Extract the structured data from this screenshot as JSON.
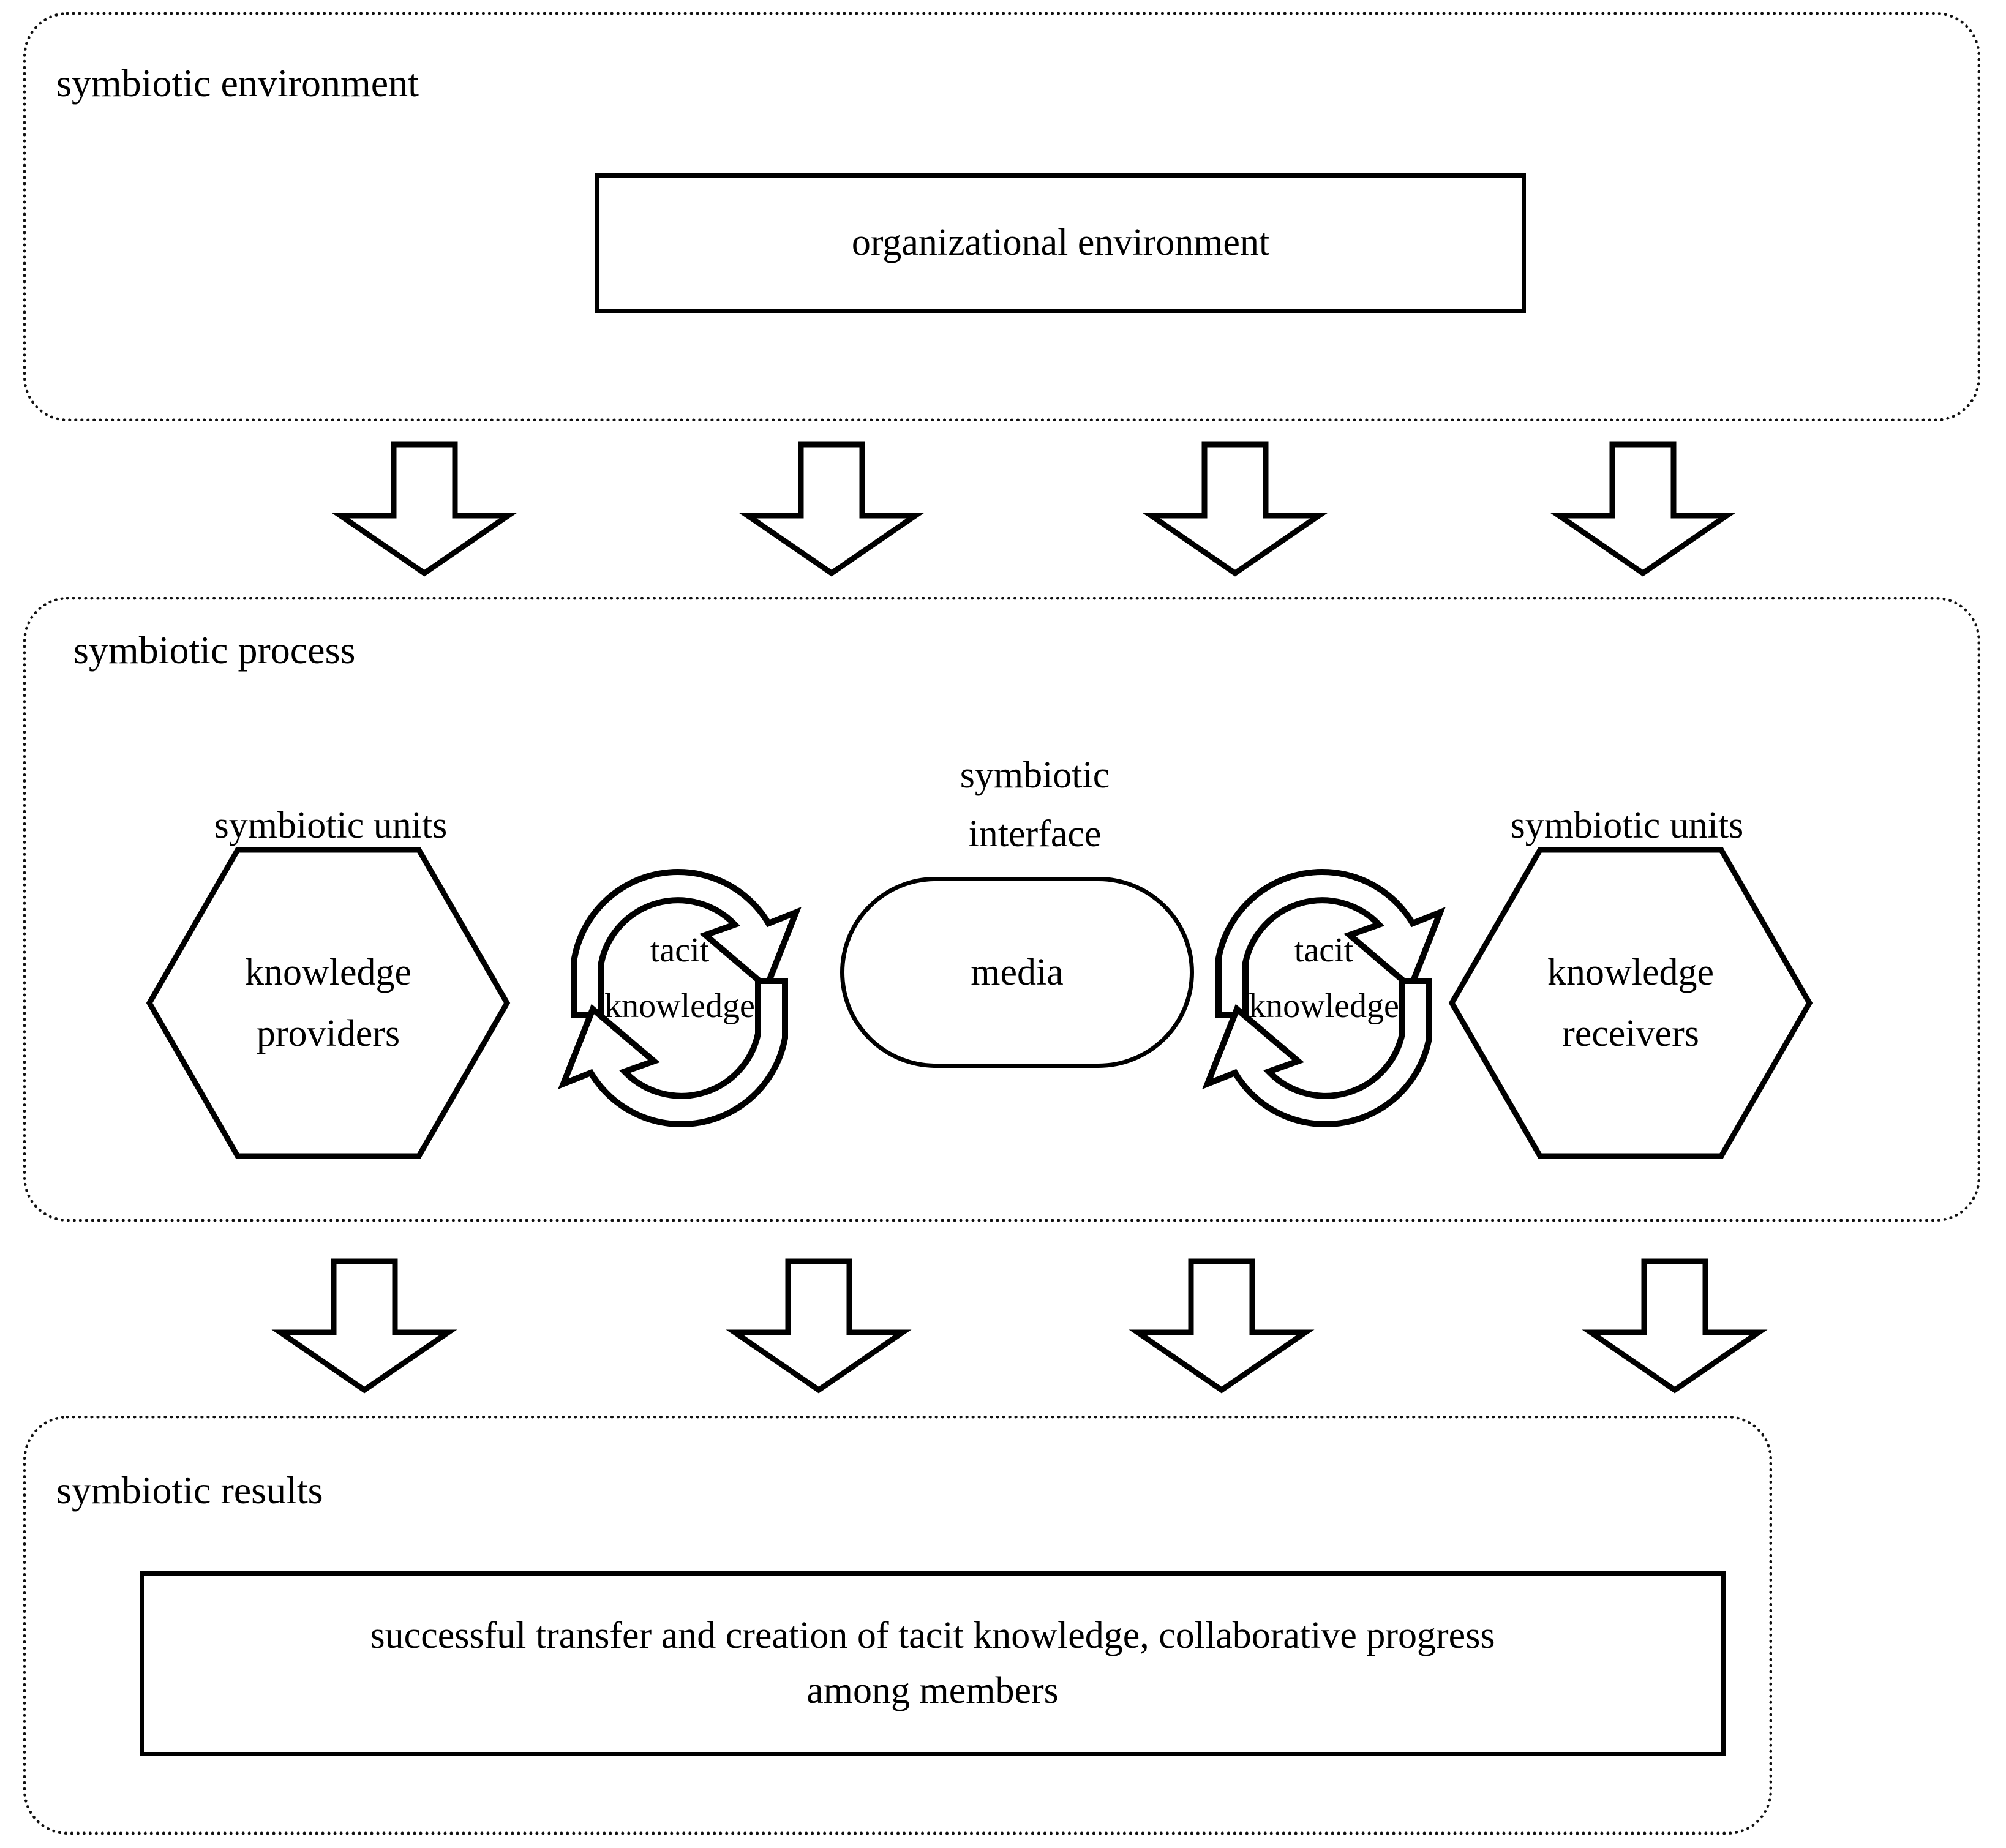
{
  "diagram": {
    "title_text_present": false,
    "zones": [
      {
        "id": "symbiotic-environment",
        "label": "symbiotic environment"
      },
      {
        "id": "symbiotic-process",
        "label": "symbiotic process"
      },
      {
        "id": "symbiotic-results",
        "label": "symbiotic results"
      }
    ],
    "organizational_environment": {
      "label": "organizational environment"
    },
    "process": {
      "left_units_caption": "symbiotic units",
      "right_units_caption": "symbiotic units",
      "interface_caption_line1": "symbiotic",
      "interface_caption_line2": "interface",
      "left_hexagon": {
        "line1": "knowledge",
        "line2": "providers"
      },
      "right_hexagon": {
        "line1": "knowledge",
        "line2": "receivers"
      },
      "media": {
        "label": "media"
      },
      "left_cycle": {
        "line1": "tacit",
        "line2": "knowledge"
      },
      "right_cycle": {
        "line1": "tacit",
        "line2": "knowledge"
      }
    },
    "results": {
      "line1": "successful transfer and creation of tacit knowledge, collaborative progress",
      "line2": "among members"
    },
    "flow_arrows": {
      "icon": "down-block-arrow",
      "top_row_count": 4,
      "bottom_row_count": 4
    },
    "colors": {
      "stroke": "#000000",
      "background": "#ffffff",
      "dotted_border": "#111111"
    }
  }
}
